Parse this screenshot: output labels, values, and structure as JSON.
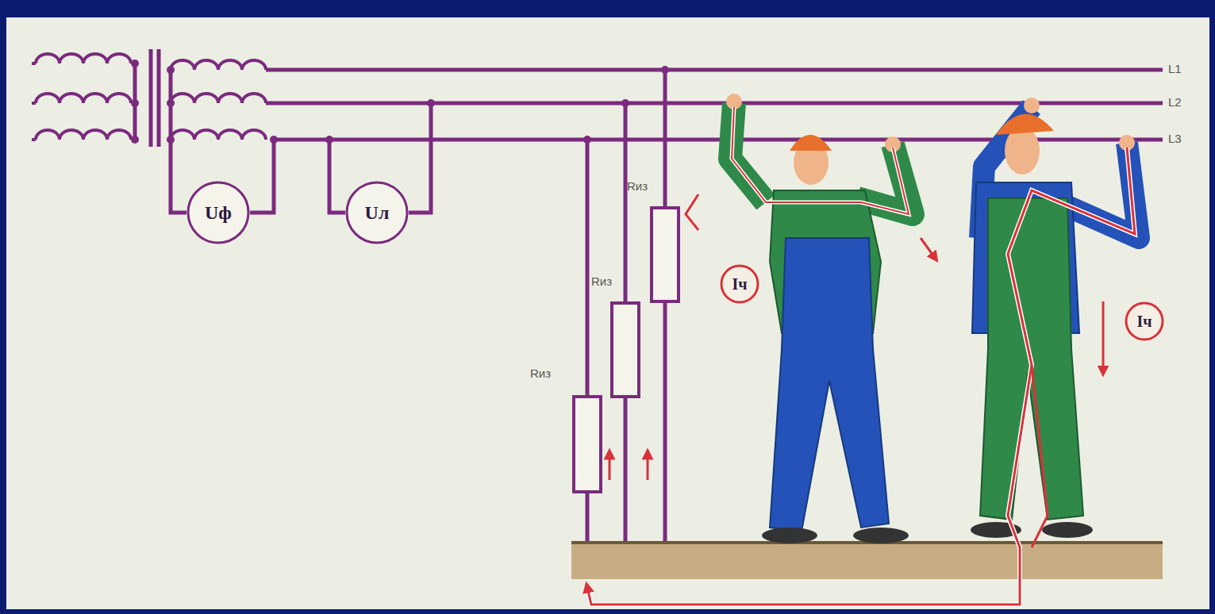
{
  "diagram": {
    "nodes": [
      {
        "text": [
          "Uф"
        ]
      },
      {
        "text": [
          "Uл"
        ]
      },
      {
        "text": [
          "Iч"
        ]
      },
      {
        "text": [
          "Iч"
        ]
      }
    ],
    "labels": [
      "L1",
      "L2",
      "L3",
      "Rиз",
      "Rиз",
      "Rиз"
    ]
  }
}
